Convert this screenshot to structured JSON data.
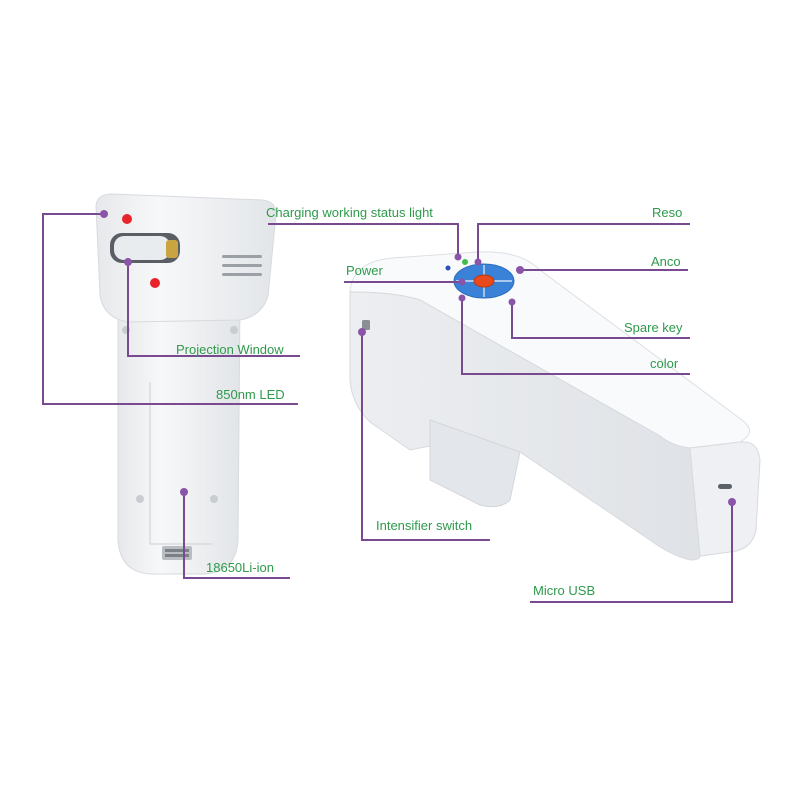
{
  "labels": {
    "charging_status": "Charging working status light",
    "reso": "Reso",
    "power": "Power",
    "anco": "Anco",
    "spare_key": "Spare key",
    "projection_window": "Projection Window",
    "color": "color",
    "led_850nm": "850nm LED",
    "intensifier_switch": "Intensifier switch",
    "battery": "18650Li-ion",
    "micro_usb": "Micro USB"
  },
  "colors": {
    "label_text": "#2e9a4c",
    "leader_line": "#7a4a90",
    "device_body": "#f3f4f6",
    "device_shadow": "#dcdfe3",
    "led_red": "#e8242a",
    "button_blue": "#3a82d8",
    "button_center": "#e84a1e",
    "status_green": "#3fbf4a",
    "status_blue": "#2a4fb8"
  }
}
